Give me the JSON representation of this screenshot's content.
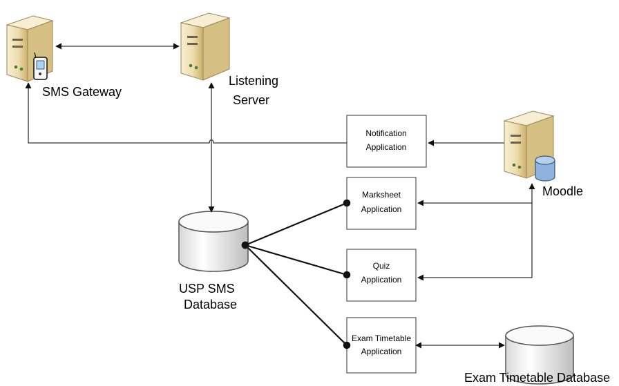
{
  "nodes": {
    "sms_gateway": {
      "label": "SMS Gateway"
    },
    "listening_server": {
      "label_lines": [
        "Listening",
        "Server"
      ]
    },
    "moodle": {
      "label": "Moodle"
    },
    "usp_sms_database": {
      "label_lines": [
        "USP SMS",
        "Database"
      ]
    },
    "exam_timetable_database": {
      "label": "Exam Timetable Database"
    },
    "notification_app": {
      "label_lines": [
        "Notification",
        "Application"
      ]
    },
    "marksheet_app": {
      "label_lines": [
        "Marksheet",
        "Application"
      ]
    },
    "quiz_app": {
      "label_lines": [
        "Quiz",
        "Application"
      ]
    },
    "exam_timetable_app": {
      "label_lines": [
        "Exam Timetable",
        "Application"
      ]
    }
  },
  "colors": {
    "server_body": "#f1e3b8",
    "server_front": "#ead49a",
    "server_shadow": "#c9ad68",
    "database_top": "#ffffff",
    "database_body": "#e9e9e9",
    "moodle_cylinder": "#8fb3dc",
    "line": "#333333",
    "box_stroke": "#555555"
  }
}
